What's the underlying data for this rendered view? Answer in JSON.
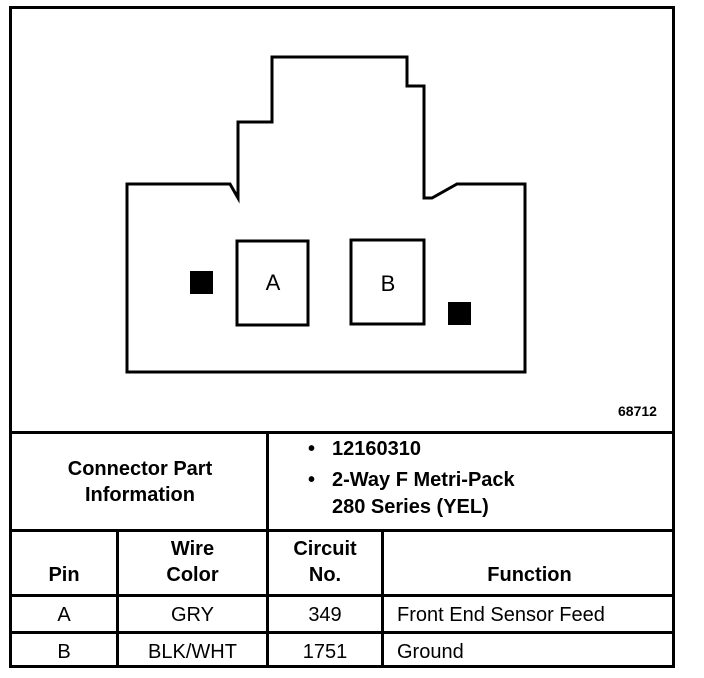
{
  "figure_id": "68712",
  "connector": {
    "cavities": [
      {
        "label": "A"
      },
      {
        "label": "B"
      }
    ]
  },
  "part_info": {
    "title_line1": "Connector Part",
    "title_line2": "Information",
    "items": [
      {
        "bullet": "•",
        "text": "12160310"
      },
      {
        "bullet": "•",
        "text": "2-Way F Metri-Pack"
      }
    ],
    "item2_line2": "280 Series (YEL)"
  },
  "table": {
    "headers": {
      "pin": "Pin",
      "wire_color_1": "Wire",
      "wire_color_2": "Color",
      "circuit_1": "Circuit",
      "circuit_2": "No.",
      "function": "Function"
    },
    "rows": [
      {
        "pin": "A",
        "wire_color": "GRY",
        "circuit": "349",
        "function": "Front End Sensor Feed"
      },
      {
        "pin": "B",
        "wire_color": "BLK/WHT",
        "circuit": "1751",
        "function": "Ground"
      }
    ]
  }
}
